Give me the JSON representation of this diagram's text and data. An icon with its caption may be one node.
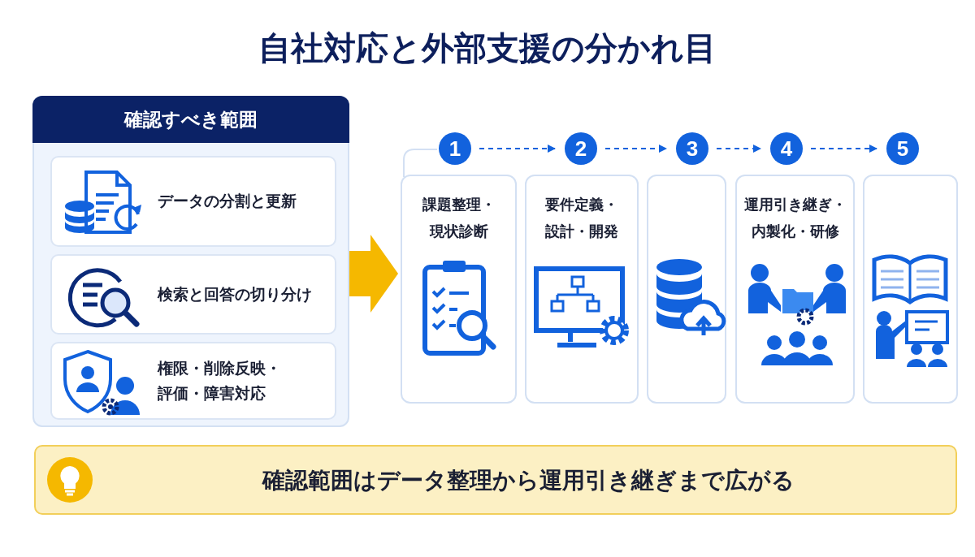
{
  "diagram": {
    "title": "自社対応と外部支援の分かれ目",
    "nodes": [
      {
        "text": [
          "確認すべき範囲"
        ]
      },
      {
        "text": [
          "データの分割と更新"
        ],
        "in": 0
      },
      {
        "text": [
          "検索と回答の切り分け"
        ],
        "in": 0
      },
      {
        "text": [
          "権限・削除反映・評価・障害対応"
        ],
        "in": 0
      },
      {
        "text": [
          "1"
        ]
      },
      {
        "text": [
          "2"
        ]
      },
      {
        "text": [
          "3"
        ]
      },
      {
        "text": [
          "4"
        ]
      },
      {
        "text": [
          "5"
        ]
      },
      {
        "text": [
          "課題整理・現状診断"
        ]
      },
      {
        "text": [
          "要件定義・設計・開発"
        ]
      },
      {
        "text": [],
        "shape": "box"
      },
      {
        "text": [
          "運用引き継ぎ・内製化・研修"
        ]
      },
      {
        "text": [],
        "shape": "box"
      },
      {
        "text": [
          "確認範囲はデータ整理から運用引き継ぎまで広がる"
        ]
      }
    ],
    "edges": [
      {
        "from": 0,
        "to": 9,
        "arrow": "to",
        "style": "thick",
        "color": "#f5b800"
      },
      {
        "from": 4,
        "to": 5,
        "arrow": "to",
        "style": "dashed"
      },
      {
        "from": 5,
        "to": 6,
        "arrow": "to",
        "style": "dashed"
      },
      {
        "from": 6,
        "to": 7,
        "arrow": "to",
        "style": "dashed"
      },
      {
        "from": 7,
        "to": 8,
        "arrow": "to",
        "style": "dashed"
      }
    ]
  }
}
